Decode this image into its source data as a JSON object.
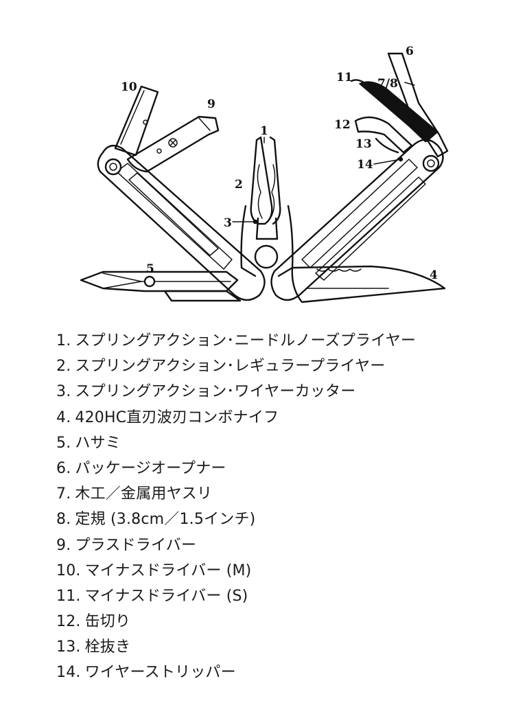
{
  "callouts": {
    "c1": "1",
    "c2": "2",
    "c3": "3",
    "c4": "4",
    "c5": "5",
    "c6": "6",
    "c78": "7/8",
    "c9": "9",
    "c10": "10",
    "c11": "11",
    "c12": "12",
    "c13": "13",
    "c14": "14"
  },
  "legend": [
    {
      "num": "1.",
      "text": "スプリングアクション･ニードルノーズプライヤー"
    },
    {
      "num": "2.",
      "text": "スプリングアクション･レギュラープライヤー"
    },
    {
      "num": "3.",
      "text": "スプリングアクション･ワイヤーカッター"
    },
    {
      "num": "4.",
      "text": "420HC直刃波刃コンボナイフ"
    },
    {
      "num": "5.",
      "text": "ハサミ"
    },
    {
      "num": "6.",
      "text": "パッケージオープナー"
    },
    {
      "num": "7.",
      "text": "木工／金属用ヤスリ"
    },
    {
      "num": "8.",
      "text": "定規 (3.8cm／1.5インチ)"
    },
    {
      "num": "9.",
      "text": "プラスドライバー"
    },
    {
      "num": "10.",
      "text": "マイナスドライバー (M)"
    },
    {
      "num": "11.",
      "text": "マイナスドライバー (S)"
    },
    {
      "num": "12.",
      "text": "缶切り"
    },
    {
      "num": "13.",
      "text": "栓抜き"
    },
    {
      "num": "14.",
      "text": "ワイヤーストリッパー"
    }
  ]
}
